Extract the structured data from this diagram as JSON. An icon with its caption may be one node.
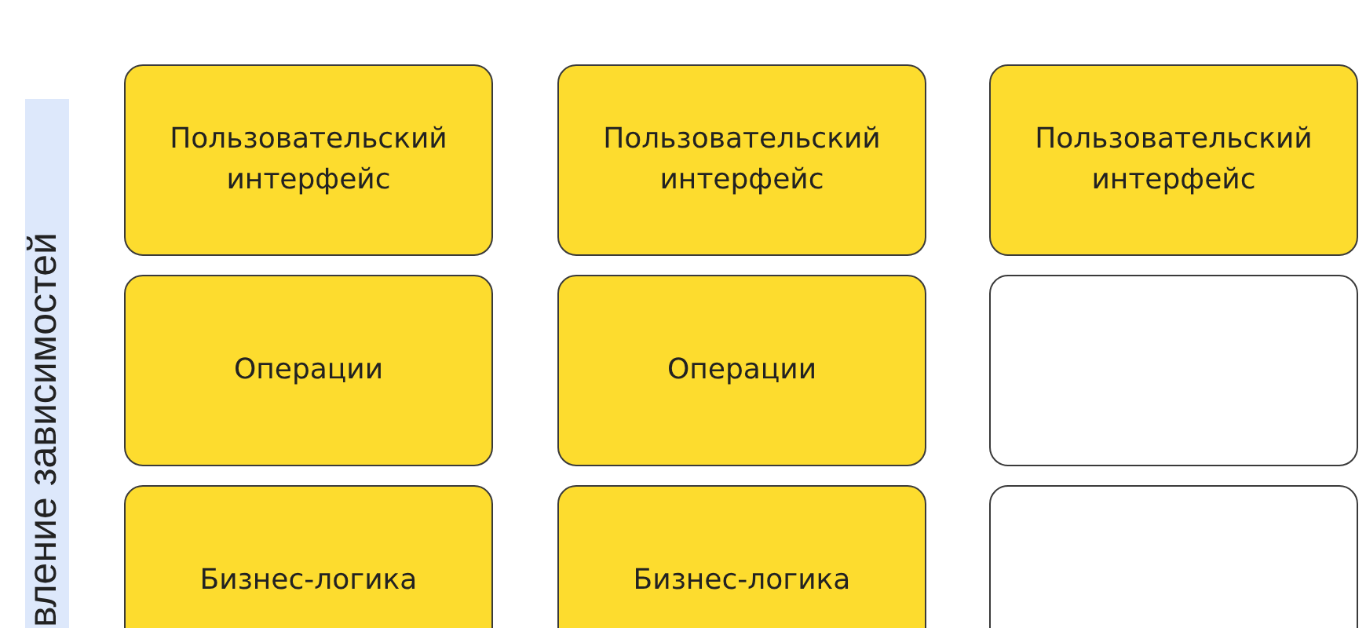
{
  "diagram": {
    "nodes": [
      {
        "text": [
          "Пользовательский интерфейс"
        ]
      },
      {
        "text": [
          "Пользовательский интерфейс"
        ]
      },
      {
        "text": [
          "Пользовательский интерфейс"
        ]
      },
      {
        "text": [
          "Операции"
        ]
      },
      {
        "text": [
          "Операции"
        ]
      },
      {
        "text": [],
        "shape": "box"
      },
      {
        "text": [
          "Бизнес-логика"
        ]
      },
      {
        "text": [
          "Бизнес-логика"
        ]
      },
      {
        "text": [],
        "shape": "box"
      }
    ],
    "labels": [
      "вление зависимостей"
    ]
  }
}
